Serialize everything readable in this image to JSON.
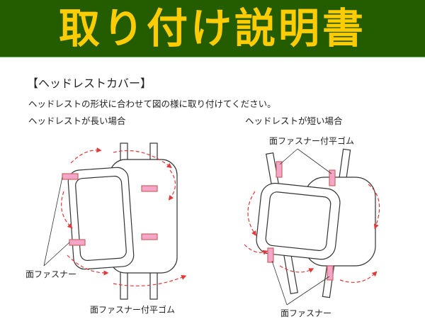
{
  "header": {
    "title": "取り付け説明書",
    "bg": "#245c00",
    "fg": "#ffcc00"
  },
  "section_title": "【ヘッドレストカバー】",
  "intro": "ヘッドレストの形状に合わせて図の様に取り付けてください。",
  "left": {
    "heading": "ヘッドレストが長い場合",
    "label_fastener": "面ファスナー",
    "label_strap": "面ファスナー付平ゴム"
  },
  "right": {
    "heading": "ヘッドレストが短い場合",
    "label_strap": "面ファスナー付平ゴム",
    "label_fastener": "面ファスナー"
  }
}
